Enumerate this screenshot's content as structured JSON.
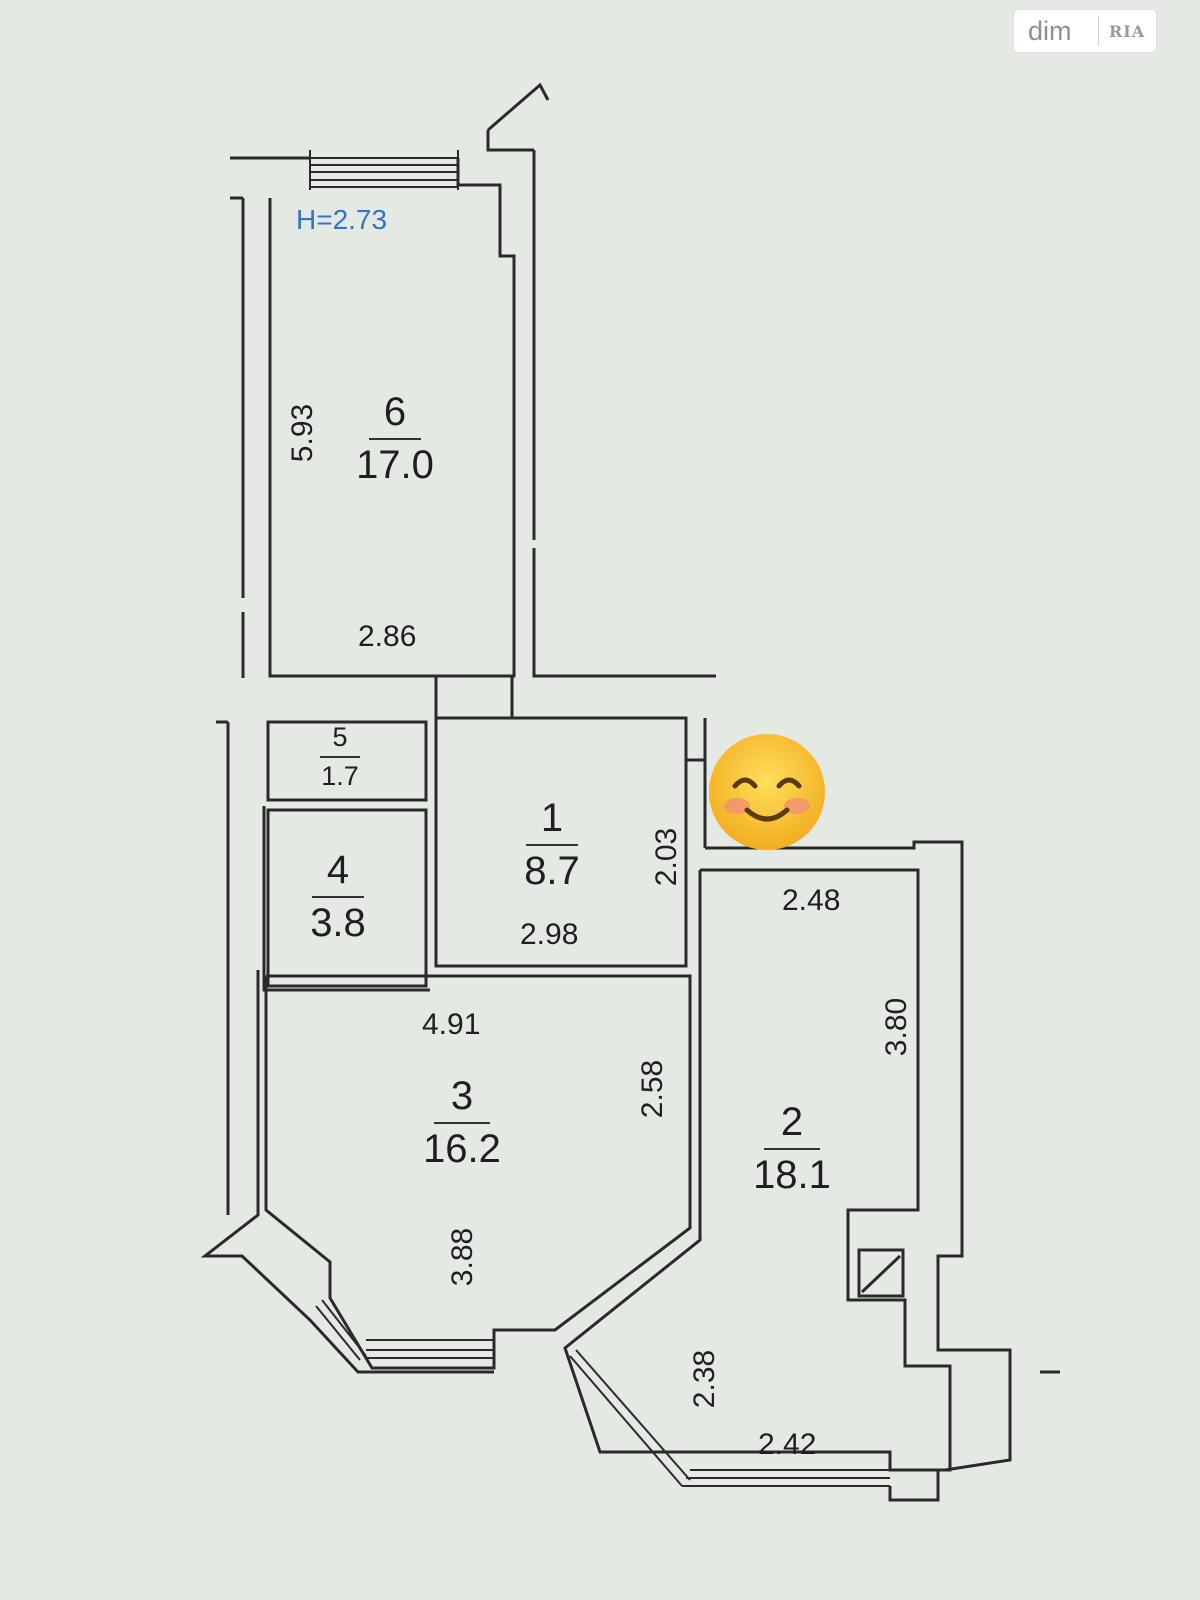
{
  "height_label": "H=2.73",
  "rooms": [
    {
      "id": "6",
      "number": "6",
      "area": "17.0"
    },
    {
      "id": "5",
      "number": "5",
      "area": "1.7"
    },
    {
      "id": "4",
      "number": "4",
      "area": "3.8"
    },
    {
      "id": "1",
      "number": "1",
      "area": "8.7"
    },
    {
      "id": "3",
      "number": "3",
      "area": "16.2"
    },
    {
      "id": "2",
      "number": "2",
      "area": "18.1"
    }
  ],
  "dimensions": {
    "room6_side": "5.93",
    "room6_bottom": "2.86",
    "room1_side": "2.03",
    "room1_bottom": "2.98",
    "room3_top": "4.91",
    "room3_side": "2.58",
    "room3_lower": "3.88",
    "room2_top": "2.48",
    "room2_side": "3.80",
    "room2_lower_side": "2.38",
    "room2_bottom": "2.42"
  },
  "logo": {
    "left_text": "dim",
    "right_text": "RIA"
  },
  "colors": {
    "background": "#e4e9e4",
    "wall": "#2a2a2a",
    "height_label": "#2f76c8",
    "emoji_face": "#f7c531"
  },
  "icons": {
    "sticker": "smiling-face-icon"
  }
}
